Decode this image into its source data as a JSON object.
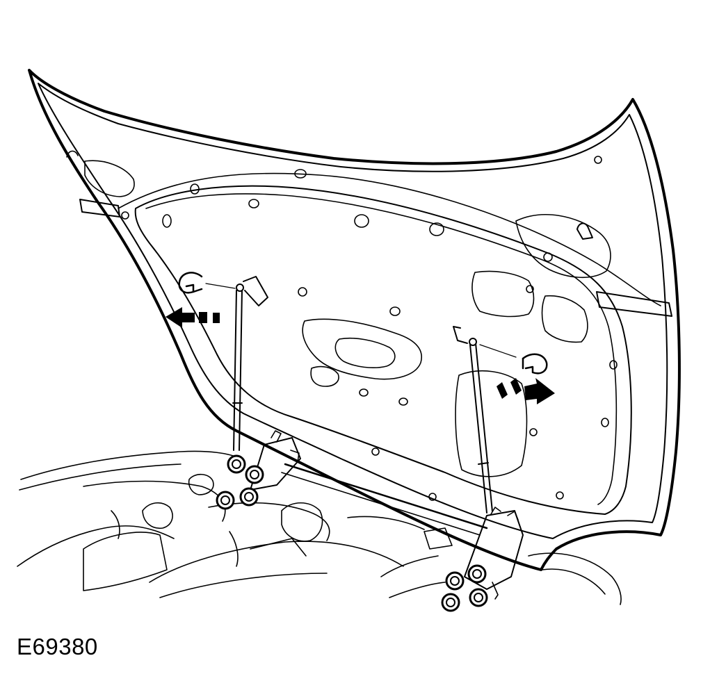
{
  "figure": {
    "reference_id": "E69380"
  },
  "colors": {
    "line": "#000000",
    "background": "#ffffff"
  },
  "callouts": [
    {
      "name": "left-gas-strut",
      "direction_of_removal": "left"
    },
    {
      "name": "right-gas-strut",
      "direction_of_removal": "right"
    }
  ]
}
